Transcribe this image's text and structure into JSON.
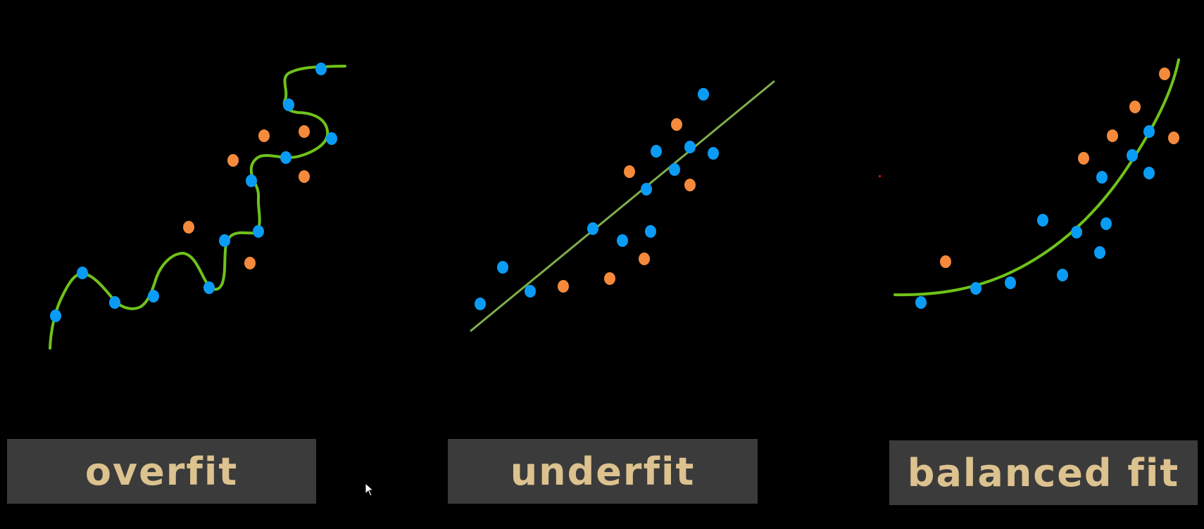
{
  "labels": {
    "overfit": "overfit",
    "underfit": "underfit",
    "balanced": "balanced fit"
  },
  "colors": {
    "background": "#000000",
    "blue_point": "#0a9cf5",
    "orange_point": "#f58a3c",
    "curve_overfit": "#6fc21a",
    "line_underfit": "#7fae4a",
    "curve_balanced": "#6fc21a",
    "label_bg": "#3b3b3b",
    "label_text": "#dcc28f"
  },
  "icons": [
    "mouse-cursor-icon"
  ]
}
